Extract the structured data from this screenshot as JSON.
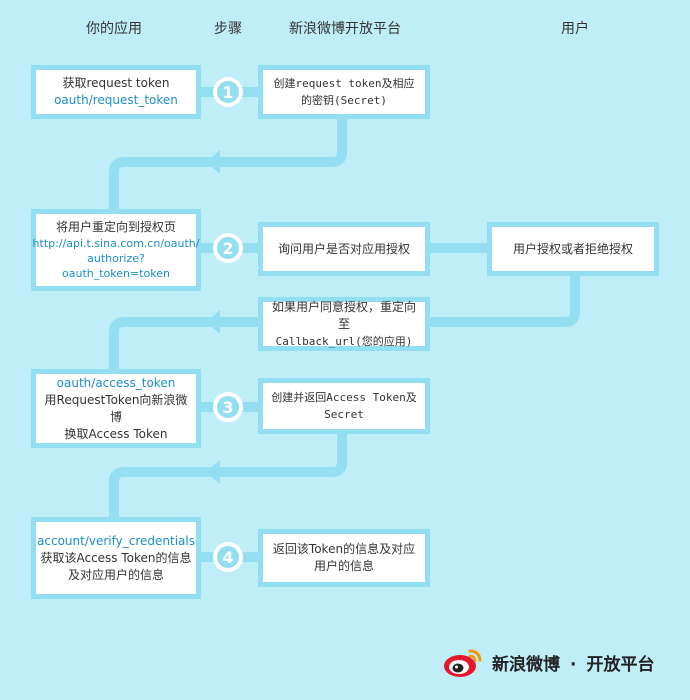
{
  "headers": {
    "your_app": "你的应用",
    "steps": "步骤",
    "platform": "新浪微博开放平台",
    "user": "用户"
  },
  "steps": [
    {
      "number": "1",
      "app_lines": [
        "获取request token",
        "oauth/request_token"
      ],
      "platform_lines": [
        "创建request token及相应",
        "的密钥(Secret)"
      ]
    },
    {
      "number": "2",
      "app_lines": [
        "将用户重定向到授权页",
        "http://api.t.sina.com.cn/oauth/",
        "authorize?oauth_token=token"
      ],
      "platform_lines": [
        "询问用户是否对应用授权"
      ],
      "user_lines": [
        "用户授权或者拒绝授权"
      ],
      "callback_lines": [
        "如果用户同意授权，重定向至",
        "Callback_url(您的应用)"
      ]
    },
    {
      "number": "3",
      "app_lines": [
        "oauth/access_token",
        "用RequestToken向新浪微博",
        "换取Access Token"
      ],
      "platform_lines": [
        "创建并返回Access Token及",
        "Secret"
      ]
    },
    {
      "number": "4",
      "app_lines": [
        "account/verify_credentials",
        "获取该Access Token的信息",
        "及对应用户的信息"
      ],
      "platform_lines": [
        "返回该Token的信息及对应",
        "用户的信息"
      ]
    }
  ],
  "logo": {
    "brand": "新浪微博",
    "separator": "·",
    "platform": "开放平台"
  },
  "colors": {
    "background": "#bfeef8",
    "accent": "#93def0",
    "link": "#1a8ec8"
  },
  "icons": {
    "logo": "weibo-eye-icon"
  }
}
